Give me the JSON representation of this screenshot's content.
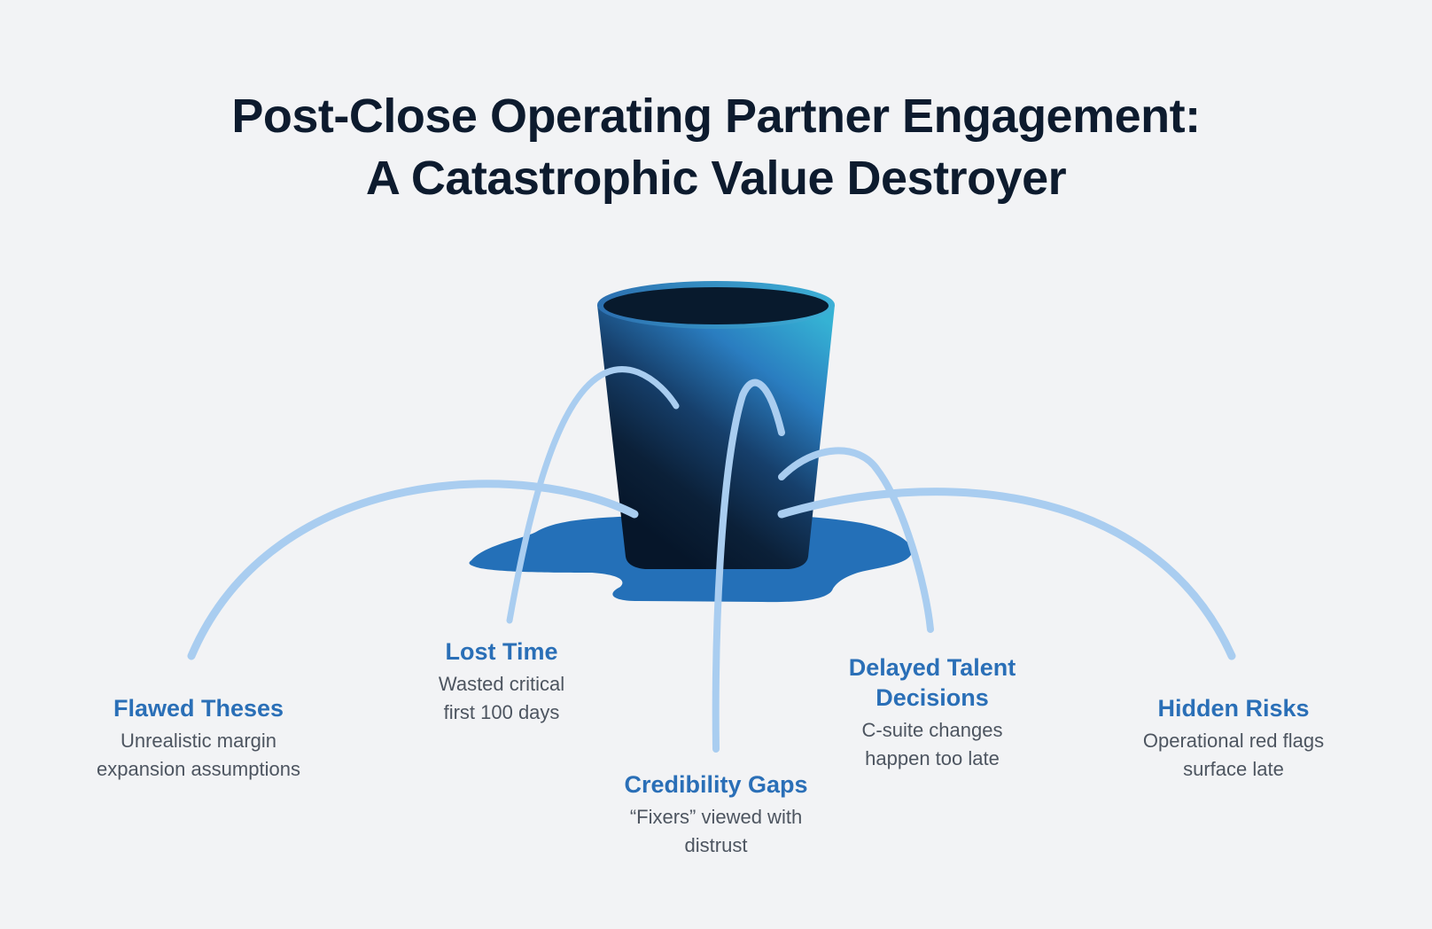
{
  "title": {
    "line1": "Post-Close Operating Partner Engagement:",
    "line2": "A Catastrophic Value Destroyer"
  },
  "colors": {
    "background": "#f2f3f5",
    "title": "#0d1b2e",
    "label_head": "#2a6fb7",
    "label_desc": "#4d5560",
    "stream": "#a9cdf0",
    "puddle": "#2470b8",
    "bucket_top": "#2e8fc4",
    "bucket_bottom": "#0a1a2e"
  },
  "leaks": [
    {
      "head": "Flawed Theses",
      "desc": "Unrealistic margin expansion assumptions"
    },
    {
      "head": "Lost Time",
      "desc": "Wasted critical first 100 days"
    },
    {
      "head": "Credibility Gaps",
      "desc": "“Fixers” viewed with distrust"
    },
    {
      "head": "Delayed Talent Decisions",
      "desc": "C-suite changes happen too late"
    },
    {
      "head": "Hidden Risks",
      "desc": "Operational red flags surface late"
    }
  ]
}
